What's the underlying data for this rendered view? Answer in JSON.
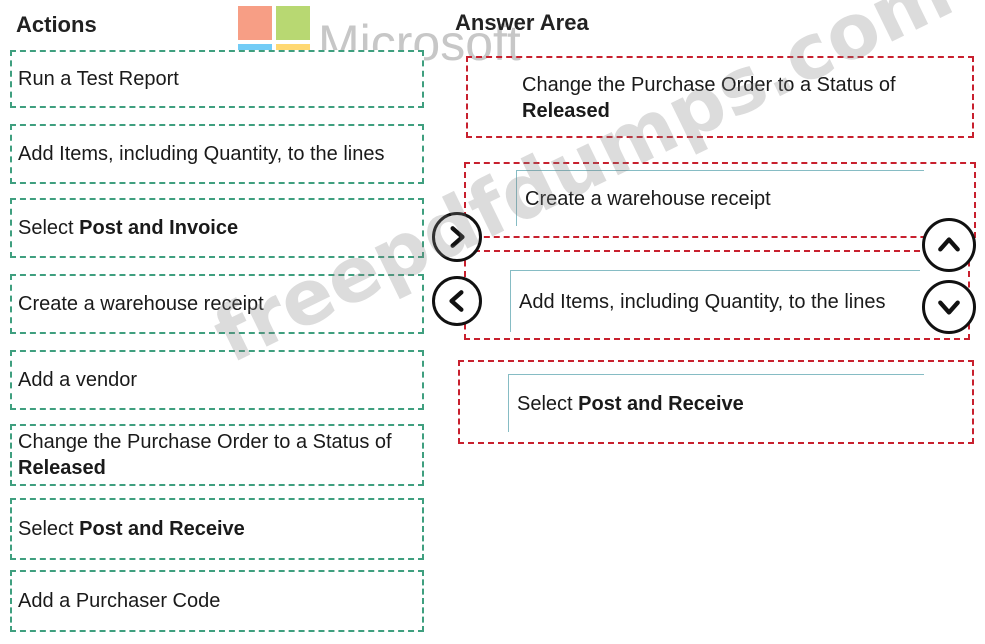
{
  "colors": {
    "action_border": "#3f9f7f",
    "slot_border": "#c8202e",
    "answer_frame": "#86bcc4",
    "logo_red": "#f25022",
    "logo_green": "#7fba00",
    "logo_blue": "#00a4ef",
    "logo_yellow": "#ffb900"
  },
  "actions": {
    "title": "Actions",
    "items": [
      {
        "text": "Run a Test Report",
        "bold": ""
      },
      {
        "text": "Add Items, including Quantity, to the lines",
        "bold": ""
      },
      {
        "text": "Select ",
        "bold": "Post and Invoice"
      },
      {
        "text": "Create a warehouse receipt",
        "bold": ""
      },
      {
        "text": "Add a vendor",
        "bold": ""
      },
      {
        "text": "Change the Purchase Order to a Status of ",
        "bold": "Released"
      },
      {
        "text": "Select ",
        "bold": "Post and Receive"
      },
      {
        "text": "Add a Purchaser Code",
        "bold": ""
      }
    ]
  },
  "answer_area": {
    "title": "Answer Area",
    "items": [
      {
        "text": "Change the Purchase Order to a Status of ",
        "bold": "Released"
      },
      {
        "text": "Create a warehouse receipt",
        "bold": ""
      },
      {
        "text": "Add Items, including Quantity, to the lines",
        "bold": ""
      },
      {
        "text": "Select ",
        "bold": "Post and Receive"
      }
    ]
  },
  "controls": {
    "move_right": "chevron-right-icon",
    "move_left": "chevron-left-icon",
    "move_up": "chevron-up-icon",
    "move_down": "chevron-down-icon"
  },
  "logo": {
    "text": "Microsoft"
  },
  "watermark": {
    "text": "freepdfdumps.com"
  }
}
